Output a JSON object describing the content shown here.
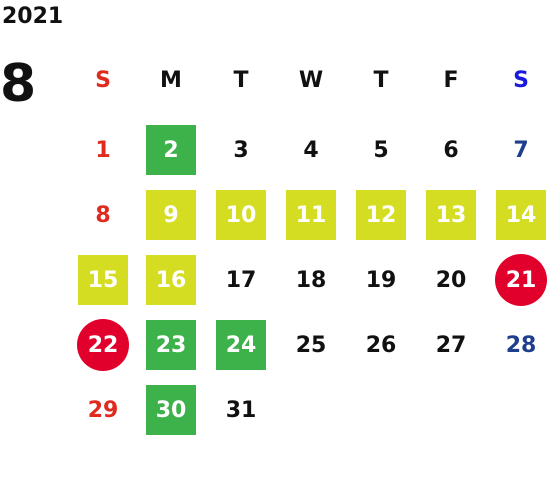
{
  "calendar": {
    "year": "2021",
    "month": "8",
    "weekdays": [
      "S",
      "M",
      "T",
      "W",
      "T",
      "F",
      "S"
    ],
    "weekday_colors": [
      "#e02a1e",
      "#111111",
      "#111111",
      "#111111",
      "#111111",
      "#111111",
      "#1a1adb"
    ],
    "days": [
      {
        "label": "1",
        "week": 0,
        "col": 0,
        "style": "red"
      },
      {
        "label": "2",
        "week": 0,
        "col": 1,
        "style": "green"
      },
      {
        "label": "3",
        "week": 0,
        "col": 2,
        "style": "normal"
      },
      {
        "label": "4",
        "week": 0,
        "col": 3,
        "style": "normal"
      },
      {
        "label": "5",
        "week": 0,
        "col": 4,
        "style": "normal"
      },
      {
        "label": "6",
        "week": 0,
        "col": 5,
        "style": "normal"
      },
      {
        "label": "7",
        "week": 0,
        "col": 6,
        "style": "blue"
      },
      {
        "label": "8",
        "week": 1,
        "col": 0,
        "style": "red"
      },
      {
        "label": "9",
        "week": 1,
        "col": 1,
        "style": "yellow"
      },
      {
        "label": "10",
        "week": 1,
        "col": 2,
        "style": "yellow"
      },
      {
        "label": "11",
        "week": 1,
        "col": 3,
        "style": "yellow"
      },
      {
        "label": "12",
        "week": 1,
        "col": 4,
        "style": "yellow"
      },
      {
        "label": "13",
        "week": 1,
        "col": 5,
        "style": "yellow"
      },
      {
        "label": "14",
        "week": 1,
        "col": 6,
        "style": "yellow"
      },
      {
        "label": "15",
        "week": 2,
        "col": 0,
        "style": "yellow"
      },
      {
        "label": "16",
        "week": 2,
        "col": 1,
        "style": "yellow"
      },
      {
        "label": "17",
        "week": 2,
        "col": 2,
        "style": "normal"
      },
      {
        "label": "18",
        "week": 2,
        "col": 3,
        "style": "normal"
      },
      {
        "label": "19",
        "week": 2,
        "col": 4,
        "style": "normal"
      },
      {
        "label": "20",
        "week": 2,
        "col": 5,
        "style": "normal"
      },
      {
        "label": "21",
        "week": 2,
        "col": 6,
        "style": "holiday"
      },
      {
        "label": "22",
        "week": 3,
        "col": 0,
        "style": "holiday"
      },
      {
        "label": "23",
        "week": 3,
        "col": 1,
        "style": "green"
      },
      {
        "label": "24",
        "week": 3,
        "col": 2,
        "style": "green"
      },
      {
        "label": "25",
        "week": 3,
        "col": 3,
        "style": "normal"
      },
      {
        "label": "26",
        "week": 3,
        "col": 4,
        "style": "normal"
      },
      {
        "label": "27",
        "week": 3,
        "col": 5,
        "style": "normal"
      },
      {
        "label": "28",
        "week": 3,
        "col": 6,
        "style": "blue"
      },
      {
        "label": "29",
        "week": 4,
        "col": 0,
        "style": "red"
      },
      {
        "label": "30",
        "week": 4,
        "col": 1,
        "style": "green"
      },
      {
        "label": "31",
        "week": 4,
        "col": 2,
        "style": "normal"
      }
    ]
  },
  "colors": {
    "green": "#3db14a",
    "yellow": "#d5dd23",
    "holiday": "#e0002b",
    "sunday_text": "#e02a1e",
    "saturday_text": "#1e3f8c"
  }
}
